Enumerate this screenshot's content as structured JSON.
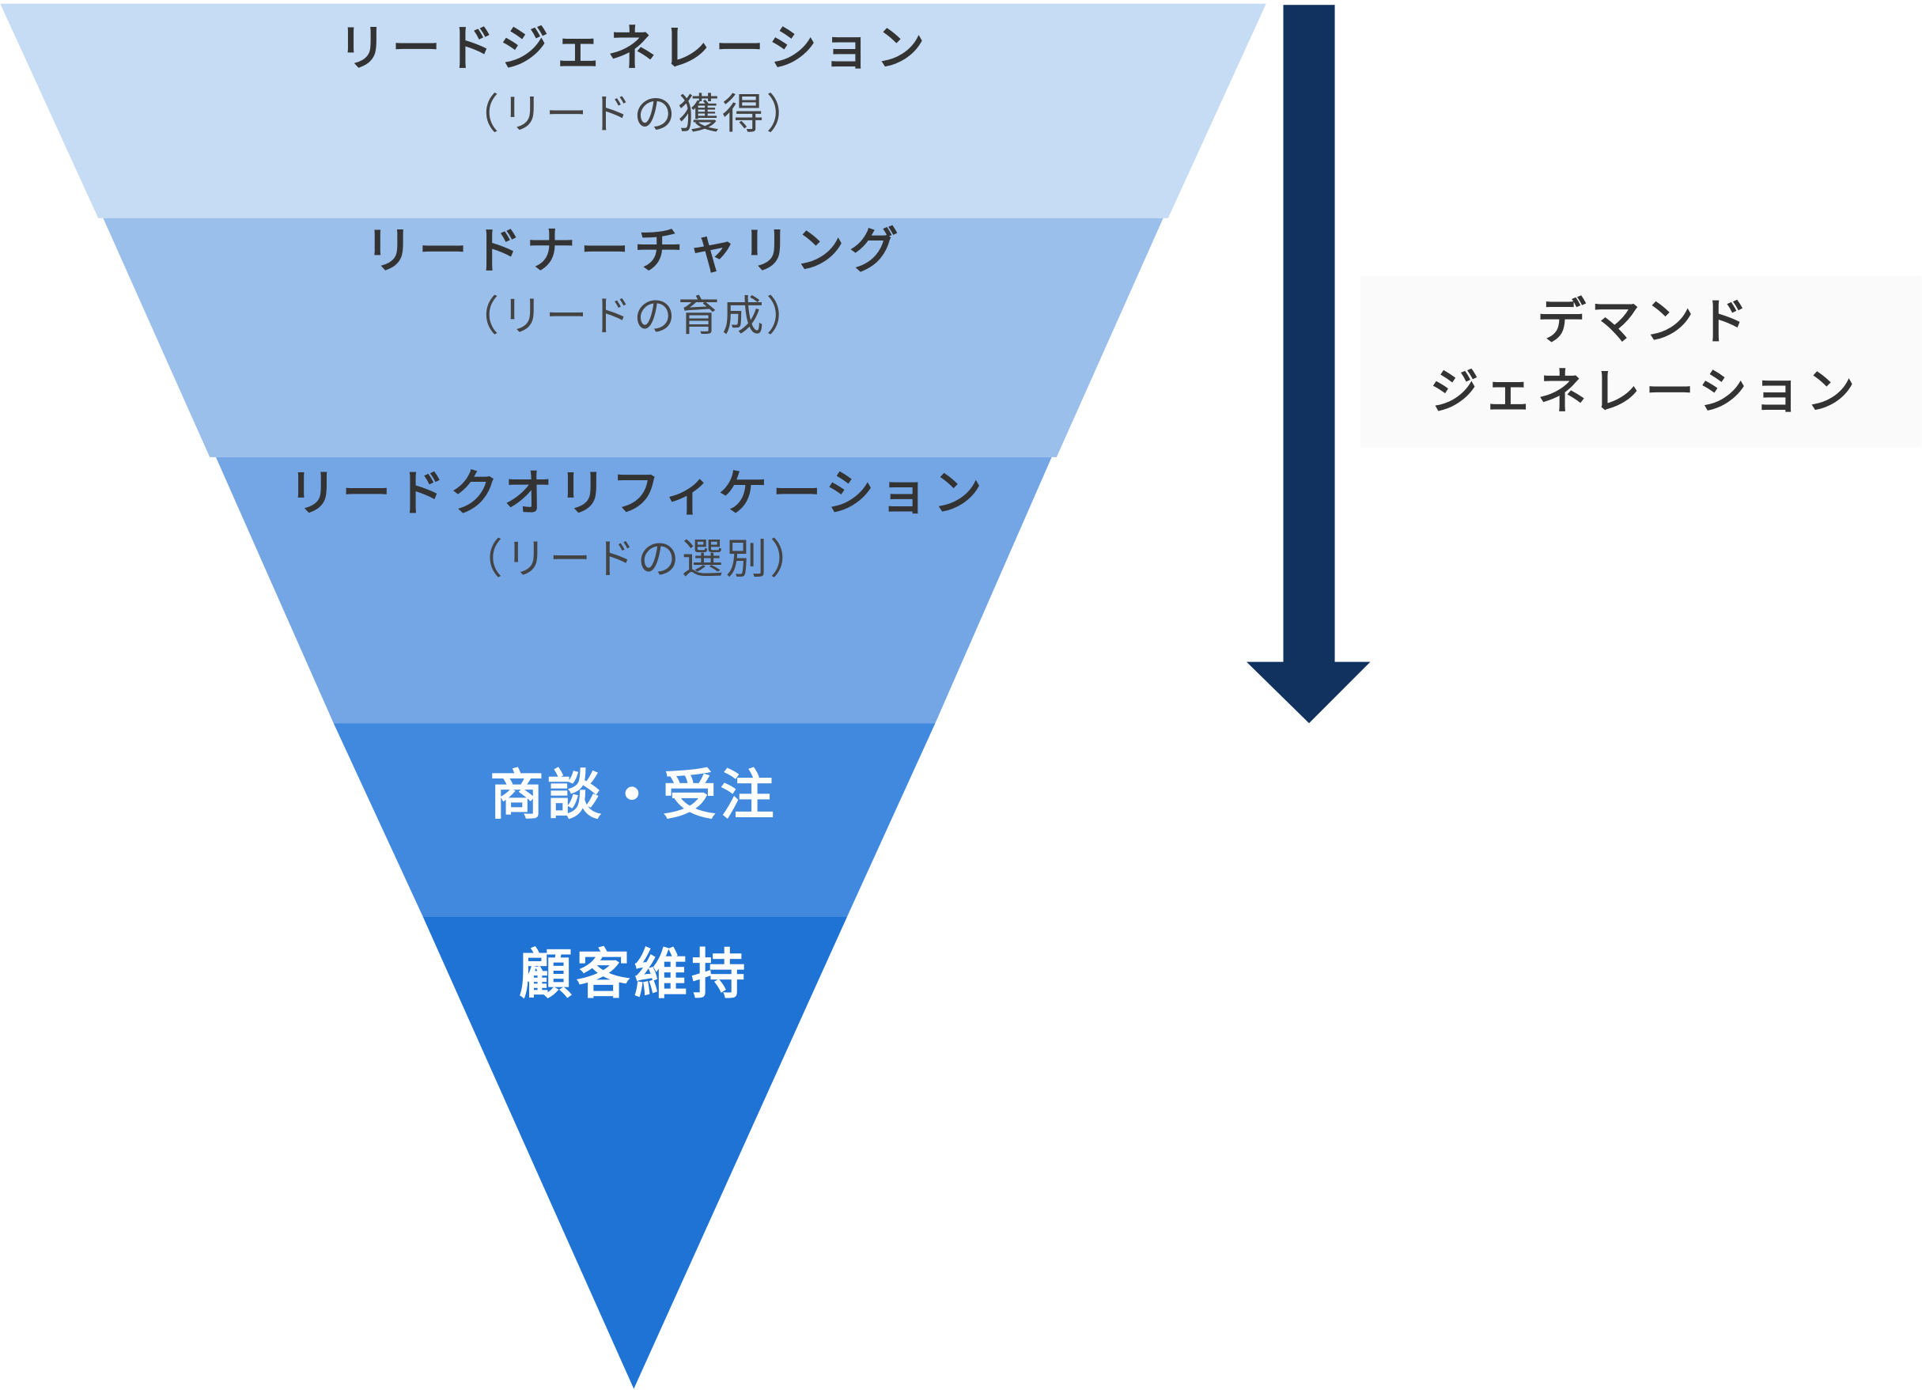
{
  "funnel": {
    "stages": [
      {
        "title": "リードジェネレーション",
        "subtitle": "（リードの獲得）",
        "color": "#c6dcf4"
      },
      {
        "title": "リードナーチャリング",
        "subtitle": "（リードの育成）",
        "color": "#9bbfeb"
      },
      {
        "title": "リードクオリフィケーション",
        "subtitle": "（リードの選別）",
        "color": "#74a6e5"
      },
      {
        "title": "商談・受注",
        "color": "#4189df"
      },
      {
        "title": "顧客維持",
        "color": "#1f73d5"
      }
    ]
  },
  "side_label": {
    "line1": "デマンド",
    "line2": "ジェネレーション"
  },
  "colors": {
    "arrow": "#11325f",
    "text": "#333333",
    "side_bg": "#fafafa"
  }
}
